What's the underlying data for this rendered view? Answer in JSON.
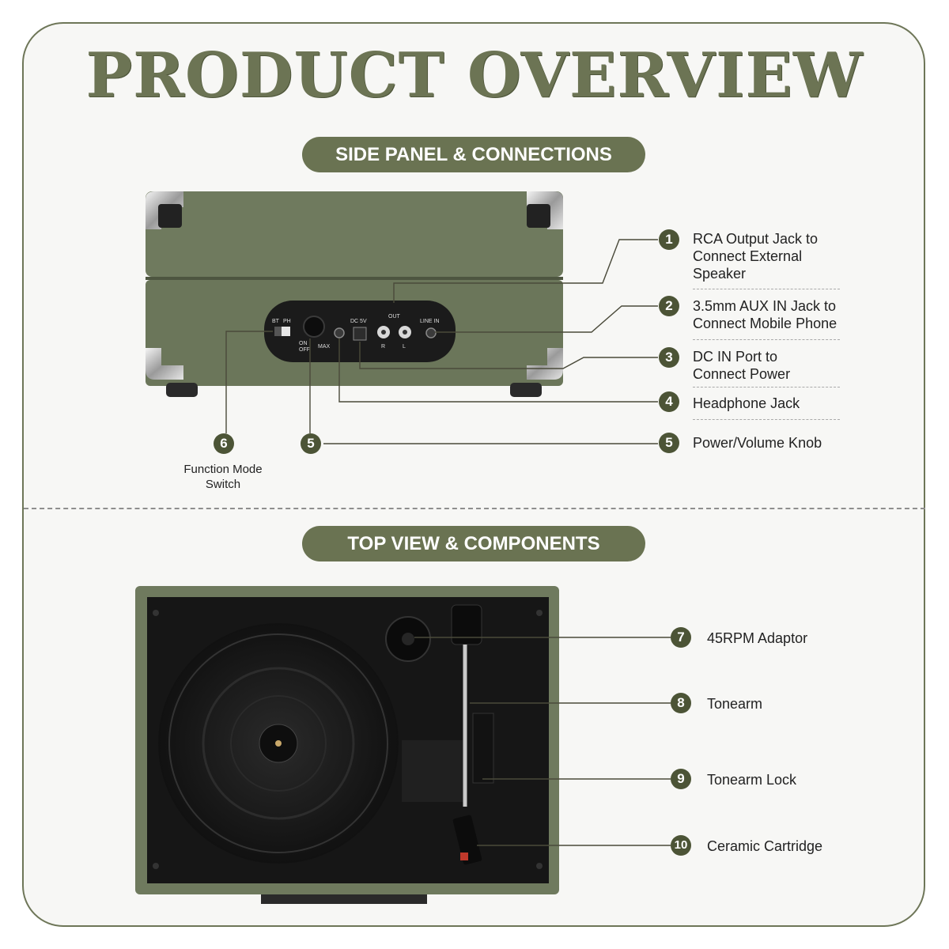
{
  "title": "PRODUCT OVERVIEW",
  "sections": {
    "side": "SIDE PANEL & CONNECTIONS",
    "top": "TOP VIEW & COMPONENTS"
  },
  "side_panel": {
    "jack_labels": {
      "bt": "BT",
      "ph": "PH",
      "on": "ON",
      "off": "OFF",
      "max": "MAX",
      "dc": "DC 5V",
      "out": "OUT",
      "r": "R",
      "l": "L",
      "line_in": "LINE IN"
    },
    "callouts": [
      {
        "num": "1",
        "text": "RCA Output Jack to\nConnect External\nSpeaker"
      },
      {
        "num": "2",
        "text": "3.5mm AUX IN Jack to\nConnect Mobile Phone"
      },
      {
        "num": "3",
        "text": "DC IN Port to\nConnect Power"
      },
      {
        "num": "4",
        "text": "Headphone Jack"
      },
      {
        "num": "5",
        "text": "Power/Volume Knob"
      }
    ],
    "left_callouts": [
      {
        "num": "6",
        "text": "Function Mode\nSwitch"
      },
      {
        "num": "5"
      }
    ]
  },
  "top_view": {
    "callouts": [
      {
        "num": "7",
        "text": "45RPM Adaptor"
      },
      {
        "num": "8",
        "text": "Tonearm"
      },
      {
        "num": "9",
        "text": "Tonearm Lock"
      },
      {
        "num": "10",
        "text": "Ceramic Cartridge"
      }
    ]
  },
  "colors": {
    "brand_green": "#6a7352",
    "badge": "#4c5436",
    "case_green": "#6f7a5e"
  }
}
